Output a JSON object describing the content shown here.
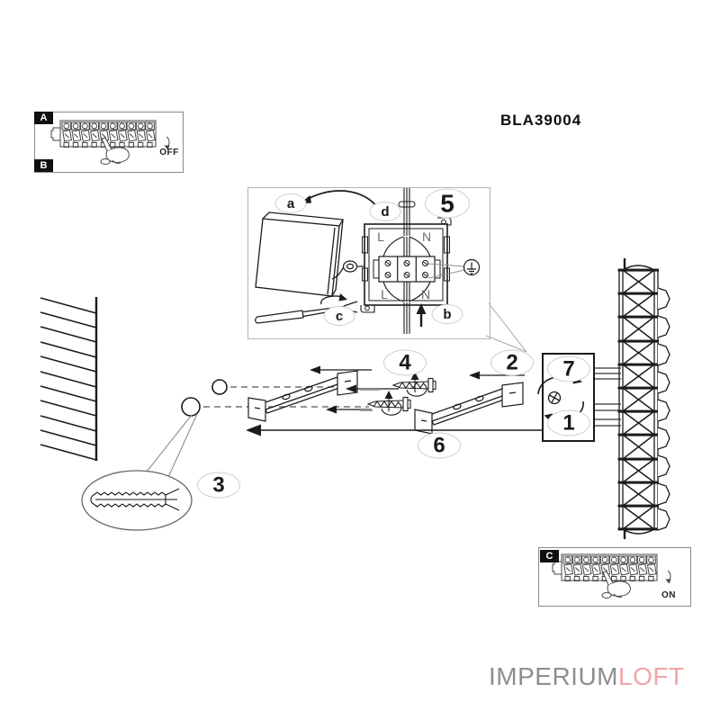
{
  "title": {
    "product_code": "BLA39004"
  },
  "brand": {
    "gray_part": "IMPERIUM",
    "pink_part": "LOFT"
  },
  "panel_ab": {
    "badge_a": "A",
    "badge_b": "B",
    "switch_state": "OFF"
  },
  "panel_c": {
    "badge_c": "C",
    "switch_state": "ON"
  },
  "detail": {
    "step_number": "5",
    "callouts": {
      "a": "a",
      "b": "b",
      "c": "c",
      "d": "d"
    },
    "terminals": {
      "top_left": "L",
      "top_right": "N",
      "bottom_left": "L",
      "bottom_right": "N"
    }
  },
  "steps": {
    "screw_bottom": "1",
    "bracket_right": "2",
    "wall_anchor": "3",
    "bracket_left": "4",
    "wiring_detail": "5",
    "slide_fixture": "6",
    "screw_top": "7"
  },
  "colors": {
    "brand_gray": "#8e8e90",
    "brand_pink": "#efa6a8",
    "ink": "#1b1b1b"
  }
}
